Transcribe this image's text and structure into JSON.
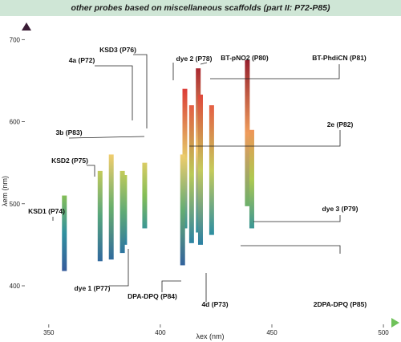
{
  "header": {
    "title": "other probes based on miscellaneous scaffolds (part II: P72-P85)"
  },
  "chart_data": {
    "type": "bar",
    "title": "other probes based on miscellaneous scaffolds (part II: P72-P85)",
    "xlabel": "λex (nm)",
    "ylabel": "λem (nm)",
    "xlim": [
      340,
      505
    ],
    "ylim": [
      355,
      715
    ],
    "xticks": [
      350,
      400,
      450,
      500
    ],
    "yticks": [
      400,
      500,
      600,
      700
    ],
    "grid": false,
    "series": [
      {
        "label": "4a (P72)",
        "ex": 384,
        "em": [
          450,
          535
        ]
      },
      {
        "label": "KSD3 (P76)",
        "ex": 393,
        "em": [
          470,
          550
        ]
      },
      {
        "label": "dye 2 (P78)",
        "ex": 411,
        "em": [
          470,
          640
        ]
      },
      {
        "label": "BT-pNO2 (P80)",
        "ex": 417,
        "em": [
          465,
          665
        ]
      },
      {
        "label": "BT-PhdiCN (P81)",
        "ex": 439,
        "em": [
          497,
          675
        ]
      },
      {
        "label": "3b (P83)",
        "ex": 383,
        "em": [
          440,
          540
        ]
      },
      {
        "label": "2e (P82)",
        "ex": 418,
        "em": [
          450,
          633
        ]
      },
      {
        "label": "KSD2 (P75)",
        "ex": 373,
        "em": [
          430,
          540
        ]
      },
      {
        "label": "KSD1 (P74)",
        "ex": 357,
        "em": [
          418,
          510
        ]
      },
      {
        "label": "dye 3 (P79)",
        "ex": 441,
        "em": [
          470,
          590
        ]
      },
      {
        "label": "dye 1 (P77)",
        "ex": 378,
        "em": [
          432,
          560
        ]
      },
      {
        "label": "DPA-DPQ (P84)",
        "ex": 410,
        "em": [
          425,
          560
        ]
      },
      {
        "label": "4d (P73)",
        "ex": 414,
        "em": [
          452,
          620
        ]
      },
      {
        "label": "2DPA-DPQ (P85)",
        "ex": 423,
        "em": [
          462,
          620
        ]
      }
    ]
  }
}
